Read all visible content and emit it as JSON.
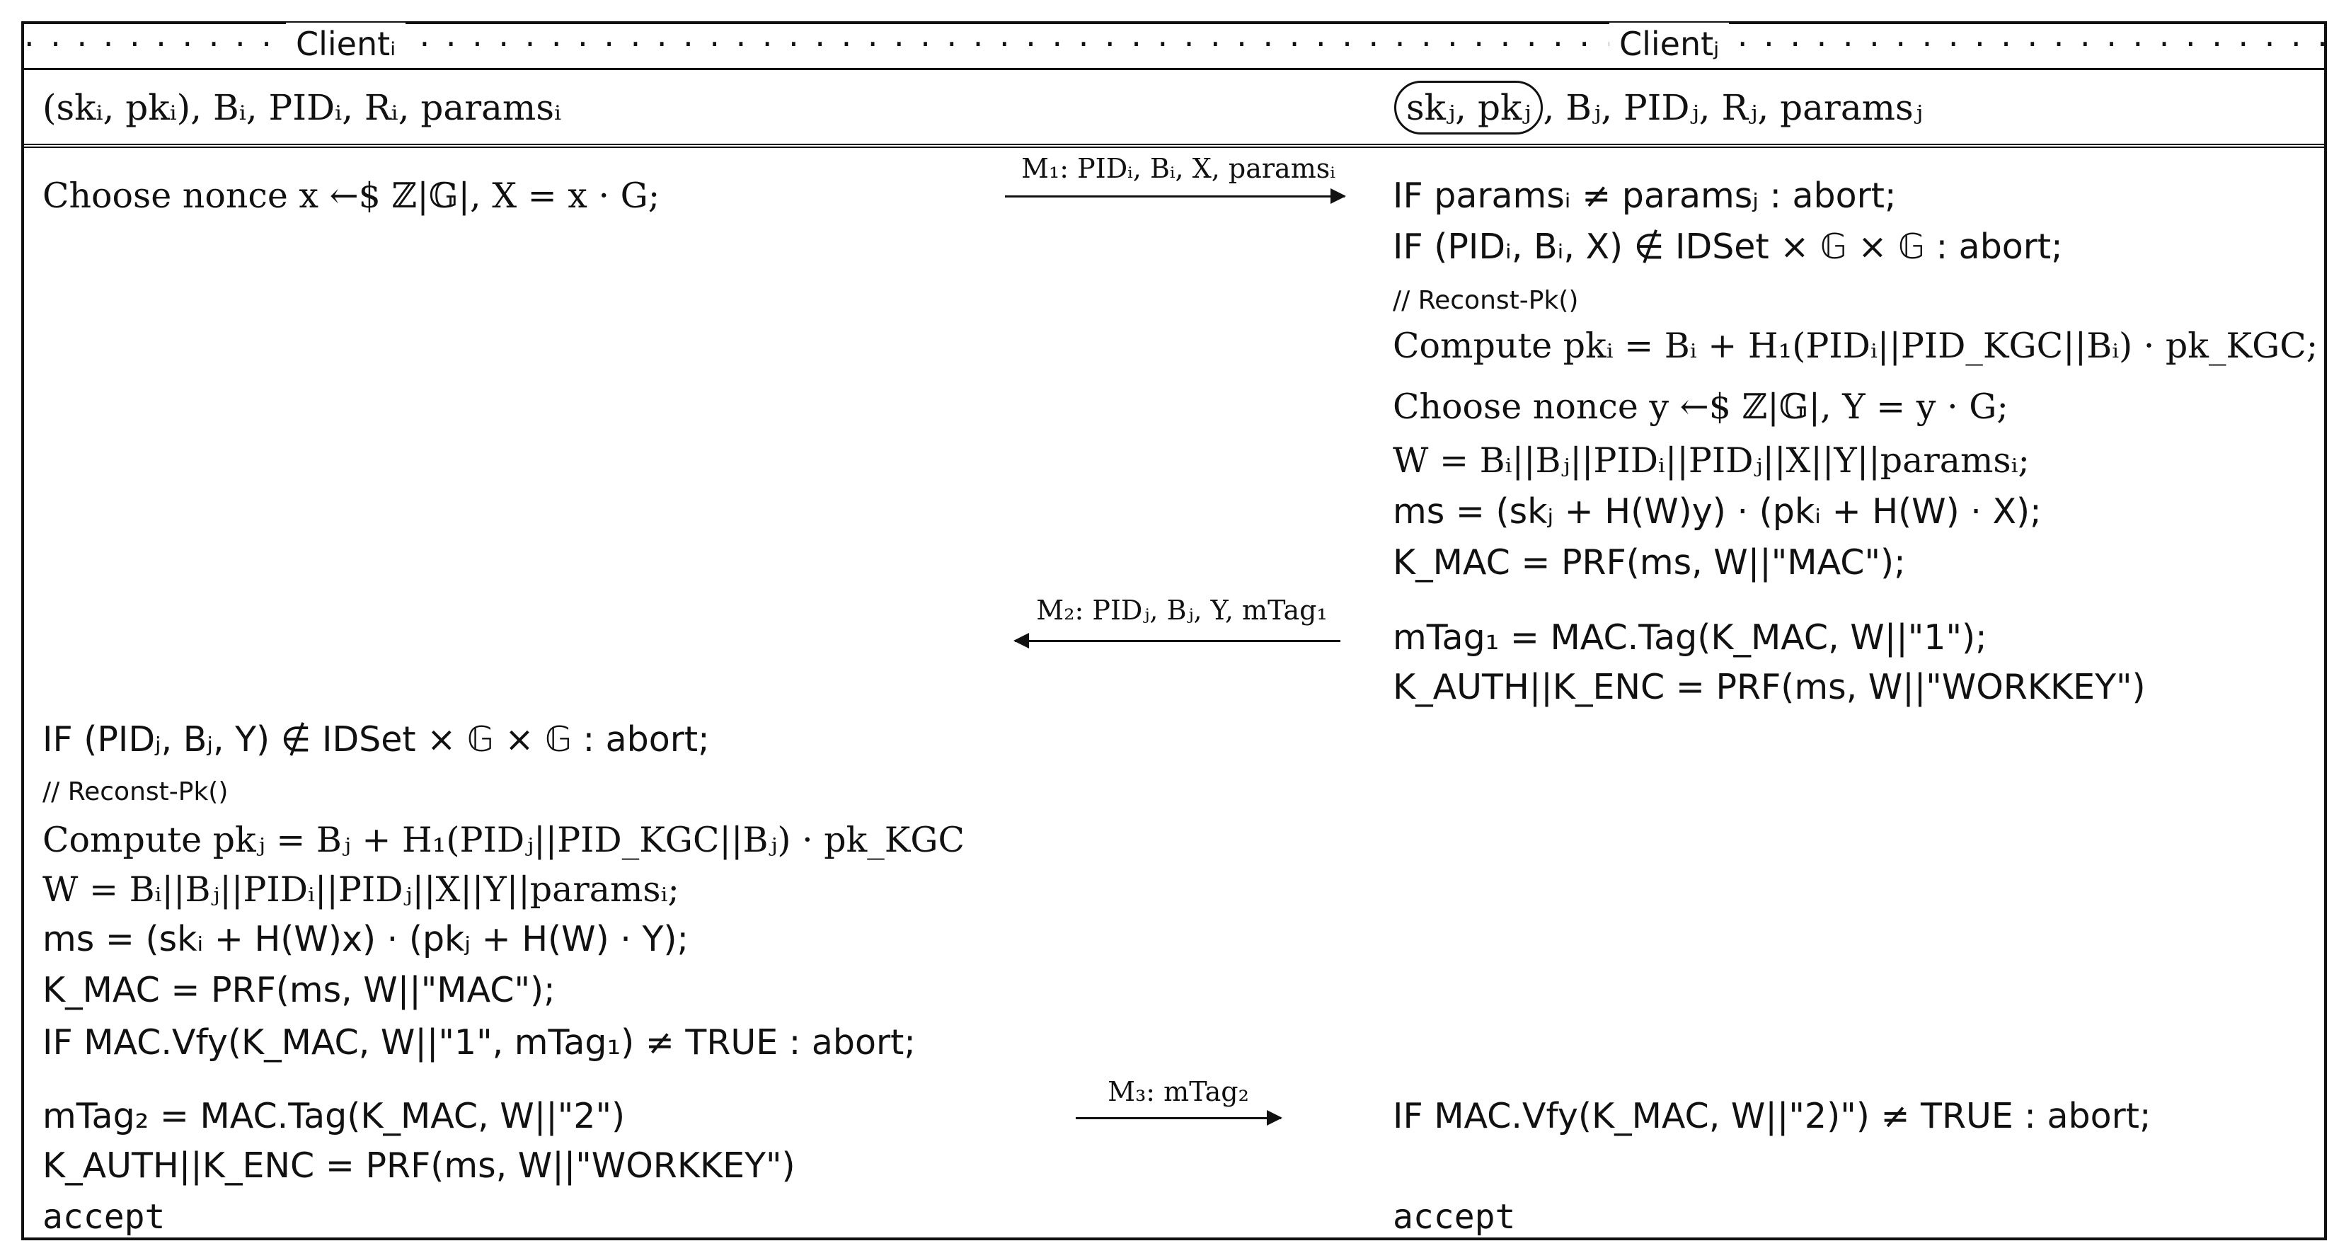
{
  "header": {
    "left_party": "Clientᵢ",
    "right_party": "Clientⱼ"
  },
  "params": {
    "left": "(skᵢ, pkᵢ), Bᵢ, PIDᵢ, Rᵢ, paramsᵢ",
    "right_keys": "skⱼ, pkⱼ",
    "right_rest": ", Bⱼ, PIDⱼ, Rⱼ, paramsⱼ"
  },
  "left": {
    "l1": "Choose nonce x ←$ ℤ|𝔾|, X = x · G;",
    "l2": "IF (PIDⱼ, Bⱼ, Y) ∉ IDSet × 𝔾 × 𝔾 : abort;",
    "l3": "// Reconst-Pk()",
    "l4": "Compute pkⱼ = Bⱼ + H₁(PIDⱼ||PID_KGC||Bⱼ) · pk_KGC",
    "l5": "W = Bᵢ||Bⱼ||PIDᵢ||PIDⱼ||X||Y||paramsᵢ;",
    "l6": "ms = (skᵢ + H(W)x) · (pkⱼ + H(W) · Y);",
    "l7": "K_MAC = PRF(ms, W||\"MAC\");",
    "l8": "IF MAC.Vfy(K_MAC, W||\"1\", mTag₁) ≠ TRUE : abort;",
    "l9": "mTag₂ = MAC.Tag(K_MAC, W||\"2\")",
    "l10": "K_AUTH||K_ENC = PRF(ms, W||\"WORKKEY\")",
    "l11": "accept"
  },
  "right": {
    "r1": "IF paramsᵢ ≠ paramsⱼ : abort;",
    "r2": "IF (PIDᵢ, Bᵢ, X) ∉ IDSet × 𝔾 × 𝔾 : abort;",
    "r3": "// Reconst-Pk()",
    "r4": "Compute pkᵢ = Bᵢ + H₁(PIDᵢ||PID_KGC||Bᵢ) · pk_KGC;",
    "r5": "Choose nonce y ←$ ℤ|𝔾|, Y = y · G;",
    "r6": "W = Bᵢ||Bⱼ||PIDᵢ||PIDⱼ||X||Y||paramsᵢ;",
    "r7": "ms = (skⱼ + H(W)y) · (pkᵢ + H(W) · X);",
    "r8": "K_MAC = PRF(ms, W||\"MAC\");",
    "r9": "mTag₁ = MAC.Tag(K_MAC, W||\"1\");",
    "r10": "K_AUTH||K_ENC = PRF(ms, W||\"WORKKEY\")",
    "r11": "IF MAC.Vfy(K_MAC, W||\"2)\") ≠ TRUE : abort;",
    "r12": "accept"
  },
  "messages": {
    "m1": "M₁: PIDᵢ, Bᵢ, X, paramsᵢ",
    "m2": "M₂: PIDⱼ, Bⱼ, Y, mTag₁",
    "m3": "M₃: mTag₂"
  }
}
